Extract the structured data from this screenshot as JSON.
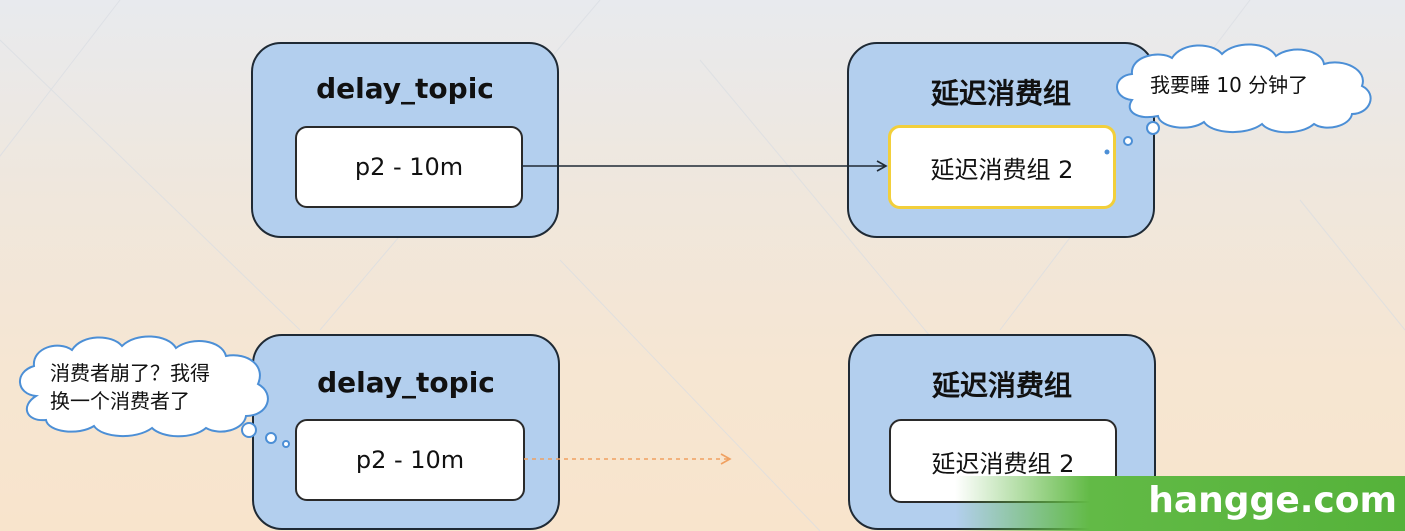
{
  "top": {
    "left_panel": {
      "title": "delay_topic",
      "partition": "p2 - 10m"
    },
    "right_panel": {
      "title": "延迟消费组",
      "consumer": "延迟消费组 2"
    },
    "bubble": "我要睡 10 分钟了"
  },
  "bottom": {
    "left_panel": {
      "title": "delay_topic",
      "partition": "p2 - 10m"
    },
    "right_panel": {
      "title": "延迟消费组",
      "consumer": "延迟消费组 2"
    },
    "bubble_line1": "消费者崩了？我得",
    "bubble_line2": "换一个消费者了"
  },
  "watermark": "hangge.com",
  "colors": {
    "panel_fill": "#b3cfee",
    "border": "#1f2a35",
    "consumer_highlight": "#f2cf3b",
    "cloud_stroke": "#4c8fd6",
    "dashed_arrow": "#f0a060",
    "watermark_green": "#62ba46"
  }
}
